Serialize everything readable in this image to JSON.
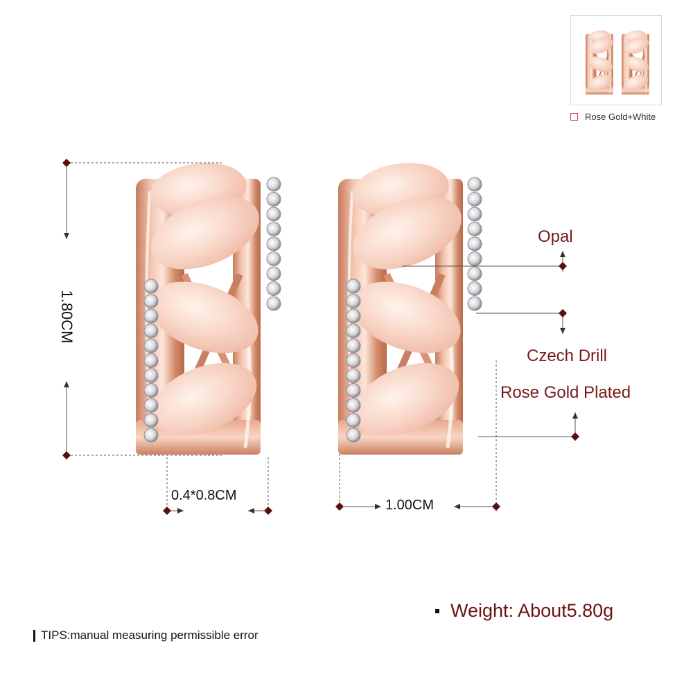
{
  "variant": {
    "label": "Rose Gold+White",
    "swatch_color": "#b84040"
  },
  "dimensions": {
    "height": "1.80CM",
    "width_inner": "0.4*0.8CM",
    "width_total": "1.00CM"
  },
  "callouts": {
    "opal": "Opal",
    "czech_drill": "Czech Drill",
    "rose_gold": "Rose Gold Plated"
  },
  "weight": "Weight:  About5.80g",
  "tips": "TIPS:manual measuring permissible error",
  "colors": {
    "rose_gold": "#e3a58a",
    "rose_gold_dark": "#b86a4c",
    "opal": "#f6cfc0",
    "opal_light": "#fde9e1",
    "label_red": "#7a1a1a",
    "marker": "#5a0f0f"
  },
  "icons": [
    "diamond-marker-icon",
    "arrow-icon",
    "square-bullet-icon"
  ]
}
